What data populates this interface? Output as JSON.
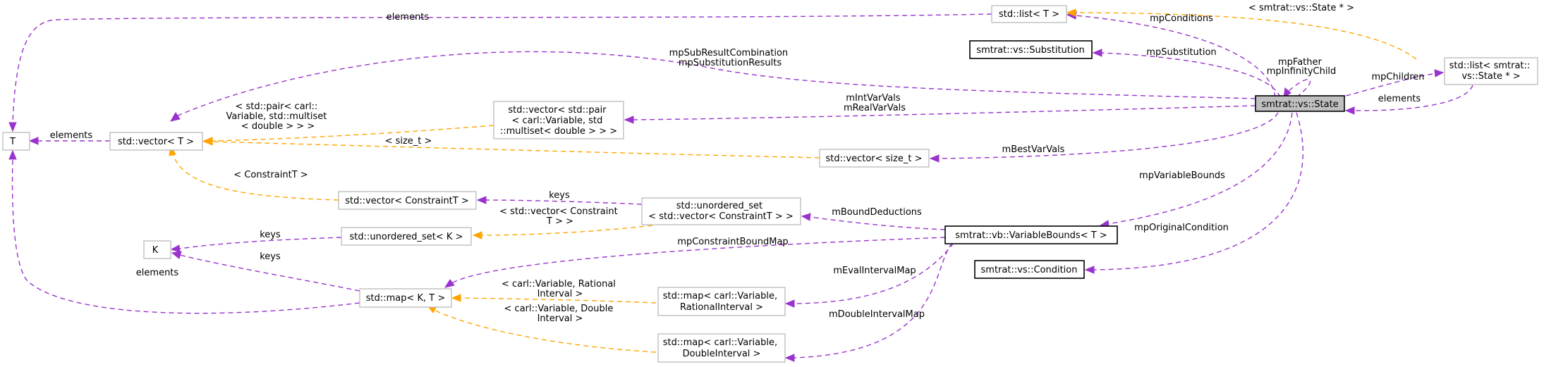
{
  "colors": {
    "member_edge": "#9a32cd",
    "template_edge": "#ffa500",
    "focus_fill": "#bfbfbf"
  },
  "nodes": {
    "T": [
      "T"
    ],
    "K": [
      "K"
    ],
    "vectorT": [
      "std::vector< T >"
    ],
    "listT": [
      "std::list< T >"
    ],
    "substitution": [
      "smtrat::vs::Substitution"
    ],
    "state": [
      "smtrat::vs::State"
    ],
    "listState": [
      "std::list< smtrat::",
      "vs::State * >"
    ],
    "vectorPair": [
      "std::vector< std::pair",
      "< carl::Variable, std",
      "::multiset< double > > >"
    ],
    "vectorSizeT": [
      "std::vector< size_t >"
    ],
    "vectorConstraintT": [
      "std::vector< ConstraintT >"
    ],
    "unorderedSetVector": [
      "std::unordered_set",
      "< std::vector< ConstraintT > >"
    ],
    "unorderedSetK": [
      "std::unordered_set< K >"
    ],
    "variableBounds": [
      "smtrat::vb::VariableBounds< T >"
    ],
    "condition": [
      "smtrat::vs::Condition"
    ],
    "mapKT": [
      "std::map< K, T >"
    ],
    "mapRational": [
      "std::map< carl::Variable,",
      "RationalInterval >"
    ],
    "mapDouble": [
      "std::map< carl::Variable,",
      "DoubleInterval >"
    ]
  },
  "edges": {
    "list_elements": [
      "elements"
    ],
    "vector_elements": [
      "elements"
    ],
    "map_elements": [
      "elements"
    ],
    "set_keys": [
      "keys"
    ],
    "map_keys": [
      "keys"
    ],
    "uset_vec_keys": [
      "keys"
    ],
    "mpConditions": [
      "mpConditions"
    ],
    "listState_tmpl": [
      "< smtrat::vs::State * >"
    ],
    "mpSubstitution": [
      "mpSubstitution"
    ],
    "mpFather": [
      "mpFather",
      "mpInfinityChild"
    ],
    "mpChildren": [
      "mpChildren"
    ],
    "listState_elements": [
      "elements"
    ],
    "mpSubResult": [
      "mpSubResultCombination",
      "mpSubstitutionResults"
    ],
    "mIntVarVals": [
      "mIntVarVals",
      "mRealVarVals"
    ],
    "pair_tmpl": [
      "< std::pair< carl::",
      "Variable, std::multiset",
      "< double > > >"
    ],
    "sizet_tmpl": [
      "< size_t >"
    ],
    "mBestVarVals": [
      "mBestVarVals"
    ],
    "constraint_tmpl": [
      "< ConstraintT >"
    ],
    "mpVariableBounds": [
      "mpVariableBounds"
    ],
    "mBoundDeductions": [
      "mBoundDeductions"
    ],
    "uset_vec_tmpl": [
      "< std::vector< Constraint",
      "T > >"
    ],
    "mpOriginalCondition": [
      "mpOriginalCondition"
    ],
    "mpConstraintBoundMap": [
      "mpConstraintBoundMap"
    ],
    "mEvalIntervalMap": [
      "mEvalIntervalMap"
    ],
    "rational_tmpl": [
      "< carl::Variable, Rational",
      "Interval >"
    ],
    "double_tmpl": [
      "< carl::Variable, Double",
      "Interval >"
    ],
    "mDoubleIntervalMap": [
      "mDoubleIntervalMap"
    ]
  }
}
